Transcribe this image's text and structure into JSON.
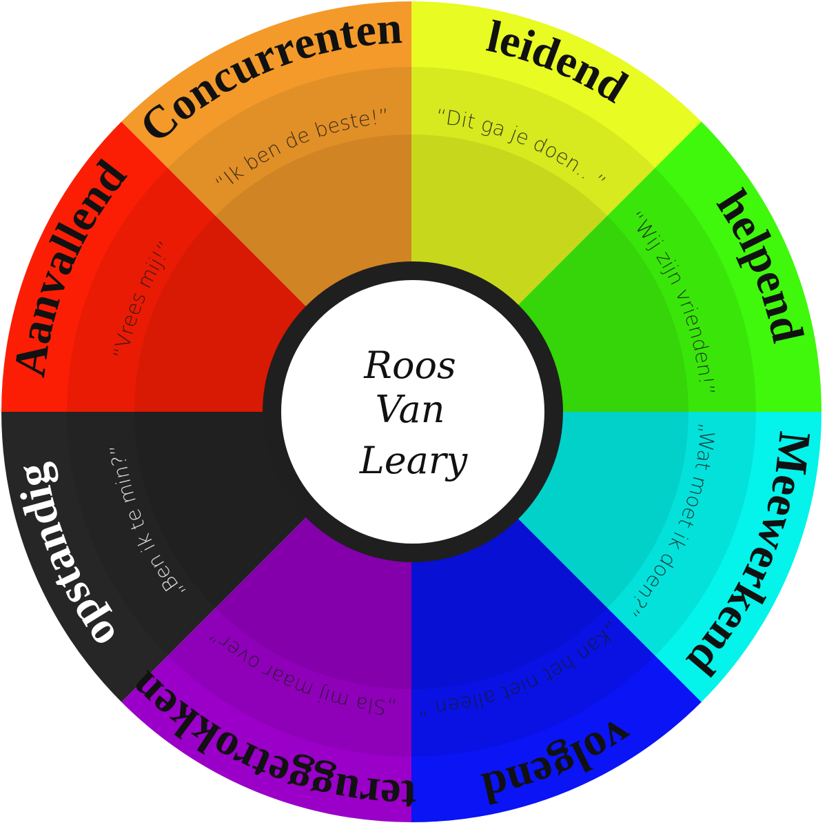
{
  "title": "Roos Van Leary",
  "center_lines": [
    "Roos",
    "Van",
    "Leary"
  ],
  "segments": [
    {
      "label": "leidend",
      "quote": "“Dit ga je doen.. ”",
      "color": "#e8fb22"
    },
    {
      "label": "helpend",
      "quote": "“Wij zijn vrienden!”",
      "color": "#3ff80b"
    },
    {
      "label": "Meewerkend",
      "quote": "„Wat moet ik doen?”",
      "color": "#04f3eb"
    },
    {
      "label": "volgend",
      "quote": "„Kan het niet alleen.”",
      "color": "#0a14f5"
    },
    {
      "label": "teruggetrokken",
      "quote": "„Sla mij maar over”",
      "color": "#9a00c8"
    },
    {
      "label": "opstandig",
      "quote": "„Ben ik te min?”",
      "color": "#262626",
      "text_color": "#ffffff"
    },
    {
      "label": "Aanvallend",
      "quote": "“Vrees mij!”",
      "color": "#fb1e05"
    },
    {
      "label": "Concurrenten",
      "quote": "“Ik ben de beste!”",
      "color": "#f39a2a"
    }
  ]
}
